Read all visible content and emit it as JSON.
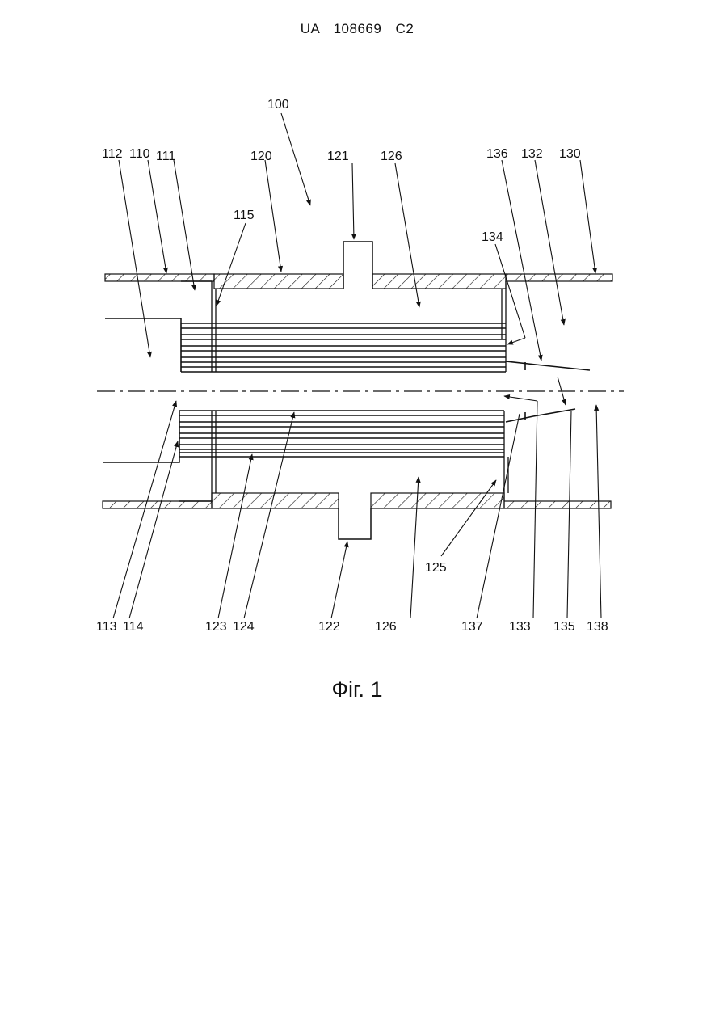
{
  "header": {
    "doc_number": "UA   108669   C2"
  },
  "caption": "Фіг. 1",
  "labels": {
    "l100": "100",
    "l110": "110",
    "l111": "111",
    "l112": "112",
    "l113": "113",
    "l114": "114",
    "l115": "115",
    "l120": "120",
    "l121": "121",
    "l122": "122",
    "l123": "123",
    "l124": "124",
    "l125": "125",
    "l126a": "126",
    "l126b": "126",
    "l130": "130",
    "l132": "132",
    "l133": "133",
    "l134": "134",
    "l135": "135",
    "l136": "136",
    "l137": "137",
    "l138": "138"
  },
  "colors": {
    "ink": "#111111",
    "paper": "#ffffff"
  }
}
